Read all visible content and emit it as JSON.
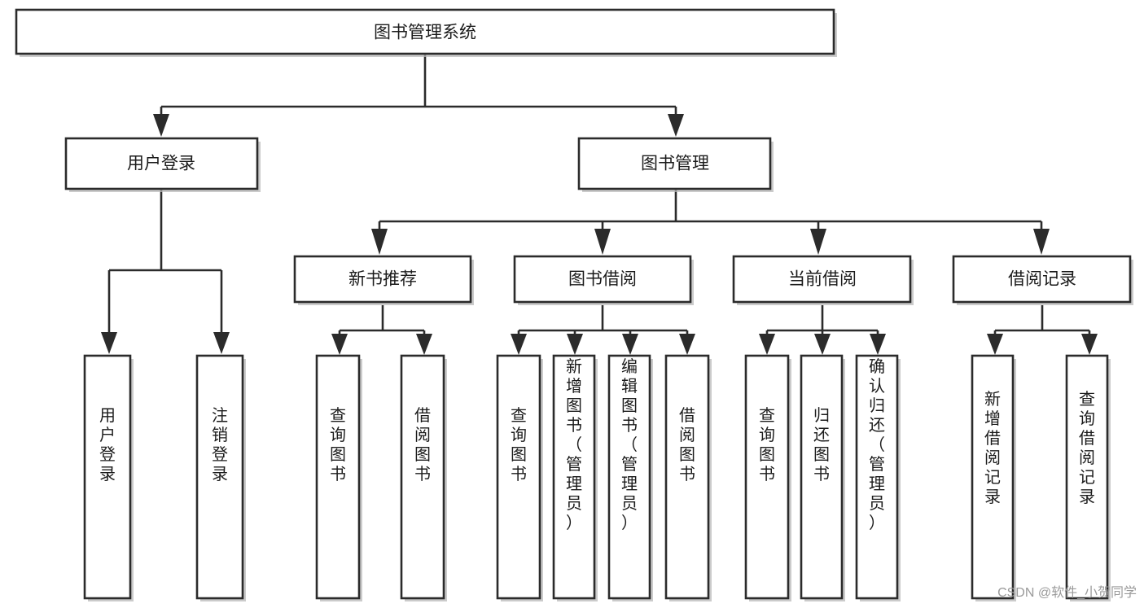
{
  "diagram": {
    "title": "图书管理系统",
    "type": "tree-hierarchy",
    "orientation": "top-down",
    "colors": {
      "stroke": "#2b2b2b",
      "fill": "#ffffff",
      "shadow": "#b9b9b9",
      "text": "#1b1b1b",
      "watermark": "#9a9a9a"
    },
    "levels": [
      {
        "level": 1,
        "nodes": [
          {
            "id": "root",
            "label": "图书管理系统",
            "text_orientation": "horizontal"
          }
        ]
      },
      {
        "level": 2,
        "nodes": [
          {
            "id": "login",
            "label": "用户登录",
            "text_orientation": "horizontal",
            "parent": "root"
          },
          {
            "id": "bookmgmt",
            "label": "图书管理",
            "text_orientation": "horizontal",
            "parent": "root"
          }
        ]
      },
      {
        "level": 3,
        "nodes": [
          {
            "id": "newbook",
            "label": "新书推荐",
            "text_orientation": "horizontal",
            "parent": "bookmgmt"
          },
          {
            "id": "borrow",
            "label": "图书借阅",
            "text_orientation": "horizontal",
            "parent": "bookmgmt"
          },
          {
            "id": "current",
            "label": "当前借阅",
            "text_orientation": "horizontal",
            "parent": "bookmgmt"
          },
          {
            "id": "record",
            "label": "借阅记录",
            "text_orientation": "horizontal",
            "parent": "bookmgmt"
          }
        ]
      },
      {
        "level": 4,
        "nodes": [
          {
            "id": "leaf-1",
            "label": "用户登录",
            "text_orientation": "vertical",
            "parent": "login"
          },
          {
            "id": "leaf-2",
            "label": "注销登录",
            "text_orientation": "vertical",
            "parent": "login"
          },
          {
            "id": "leaf-3",
            "label": "查询图书",
            "text_orientation": "vertical",
            "parent": "newbook"
          },
          {
            "id": "leaf-4",
            "label": "借阅图书",
            "text_orientation": "vertical",
            "parent": "newbook"
          },
          {
            "id": "leaf-5",
            "label": "查询图书",
            "text_orientation": "vertical",
            "parent": "borrow"
          },
          {
            "id": "leaf-6",
            "label": "新增图书（管理员）",
            "text_orientation": "vertical",
            "parent": "borrow"
          },
          {
            "id": "leaf-7",
            "label": "编辑图书（管理员）",
            "text_orientation": "vertical",
            "parent": "borrow"
          },
          {
            "id": "leaf-8",
            "label": "借阅图书",
            "text_orientation": "vertical",
            "parent": "borrow"
          },
          {
            "id": "leaf-9",
            "label": "查询图书",
            "text_orientation": "vertical",
            "parent": "current"
          },
          {
            "id": "leaf-10",
            "label": "归还图书",
            "text_orientation": "vertical",
            "parent": "current"
          },
          {
            "id": "leaf-11",
            "label": "确认归还（管理员）",
            "text_orientation": "vertical",
            "parent": "current"
          },
          {
            "id": "leaf-12",
            "label": "新增借阅记录",
            "text_orientation": "vertical",
            "parent": "record"
          },
          {
            "id": "leaf-13",
            "label": "查询借阅记录",
            "text_orientation": "vertical",
            "parent": "record"
          }
        ]
      }
    ]
  },
  "watermark": {
    "text": "CSDN @软件_小贺同学"
  }
}
